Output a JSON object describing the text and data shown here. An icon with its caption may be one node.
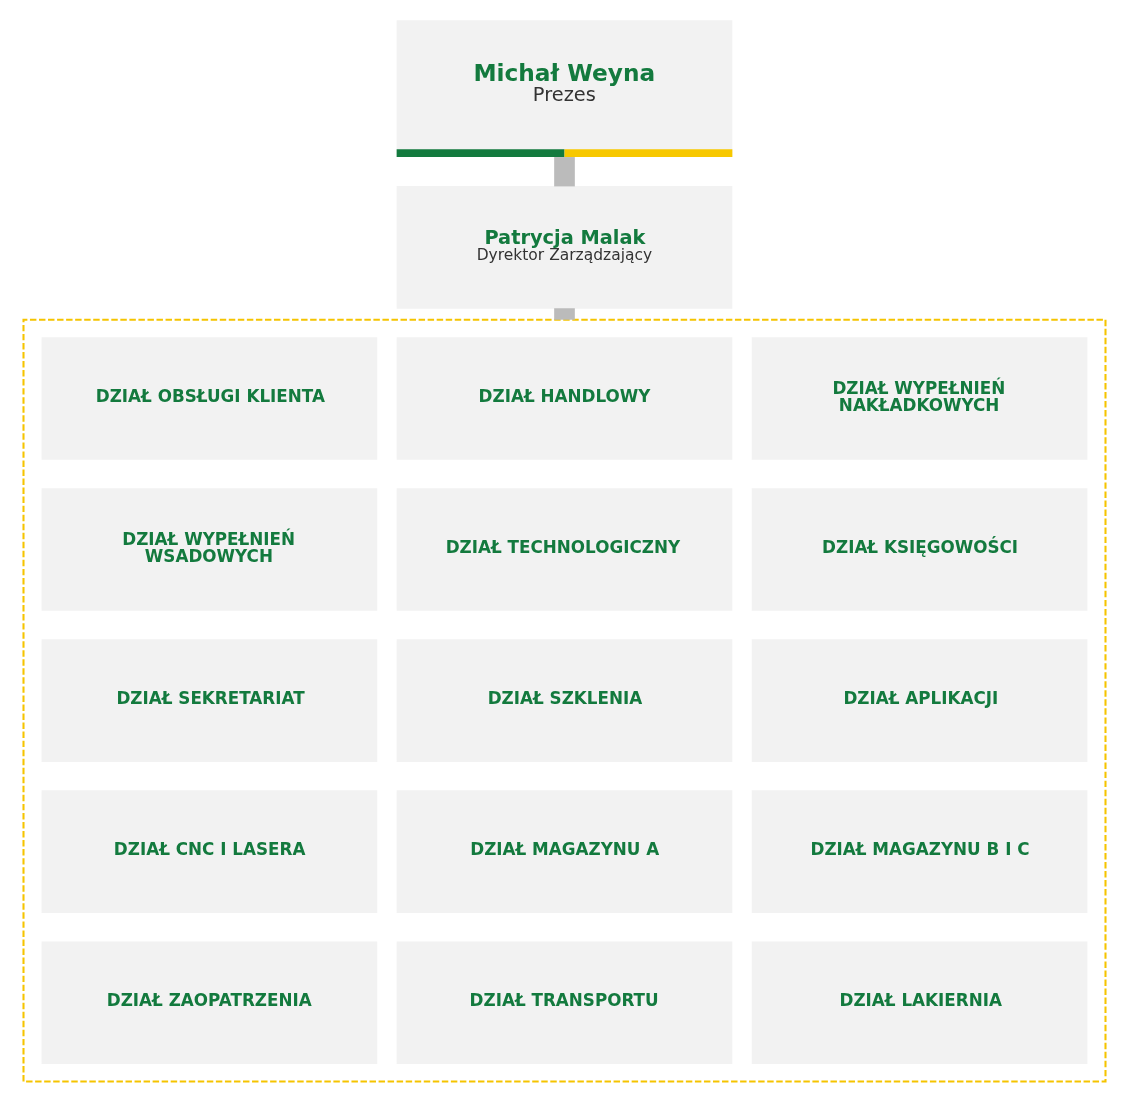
{
  "diagram": {
    "nodes": [
      {
        "text": [
          "Michał Weyna",
          "Prezes"
        ]
      },
      {
        "text": [
          "Patrycja Malak",
          "Dyrektor Zarządzający"
        ]
      },
      {
        "text": [],
        "shape": "box"
      },
      {
        "text": [
          "DZIAŁ OBSŁUGI KLIENTA"
        ],
        "in": 2
      },
      {
        "text": [
          "DZIAŁ HANDLOWY"
        ],
        "in": 2
      },
      {
        "text": [
          "DZIAŁ WYPEŁNIEŃ NAKŁADKOWYCH"
        ],
        "in": 2
      },
      {
        "text": [
          "DZIAŁ WYPEŁNIEŃ WSADOWYCH"
        ],
        "in": 2
      },
      {
        "text": [
          "DZIAŁ TECHNOLOGICZNY"
        ],
        "in": 2
      },
      {
        "text": [
          "DZIAŁ KSIĘGOWOŚCI"
        ],
        "in": 2
      },
      {
        "text": [
          "DZIAŁ SEKRETARIAT"
        ],
        "in": 2
      },
      {
        "text": [
          "DZIAŁ SZKLENIA"
        ],
        "in": 2
      },
      {
        "text": [
          "DZIAŁ APLIKACJI"
        ],
        "in": 2
      },
      {
        "text": [
          "DZIAŁ CNC I LASERA"
        ],
        "in": 2
      },
      {
        "text": [
          "DZIAŁ MAGAZYNU A"
        ],
        "in": 2
      },
      {
        "text": [
          "DZIAŁ MAGAZYNU B I C"
        ],
        "in": 2
      },
      {
        "text": [
          "DZIAŁ ZAOPATRZENIA"
        ],
        "in": 2
      },
      {
        "text": [
          "DZIAŁ TRANSPORTU"
        ],
        "in": 2
      },
      {
        "text": [
          "DZIAŁ LAKIERNIA"
        ],
        "in": 2
      }
    ],
    "edges": [
      {
        "from": 0,
        "to": 1,
        "arrow": "none"
      },
      {
        "from": 1,
        "to": 2,
        "arrow": "none"
      }
    ]
  }
}
